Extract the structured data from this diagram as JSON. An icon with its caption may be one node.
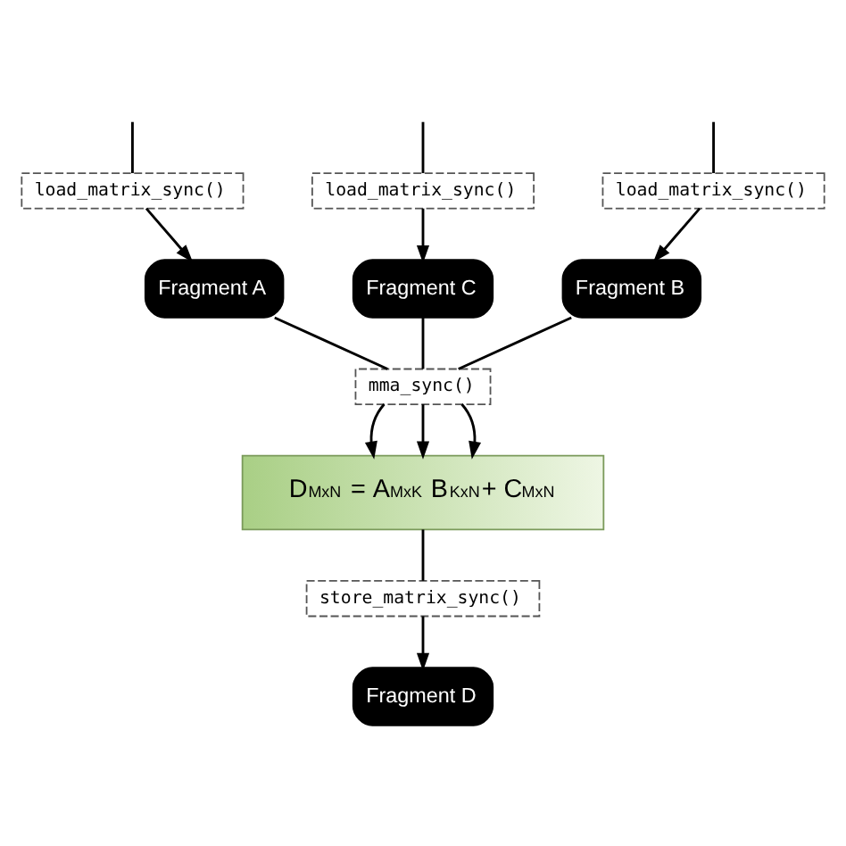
{
  "diagram": {
    "nodes": [
      {
        "text": [
          "load_matrix_sync()"
        ]
      },
      {
        "text": [
          "load_matrix_sync()"
        ]
      },
      {
        "text": [
          "load_matrix_sync()"
        ]
      },
      {
        "text": [
          "Fragment A"
        ]
      },
      {
        "text": [
          "Fragment C"
        ]
      },
      {
        "text": [
          "Fragment B"
        ]
      },
      {
        "text": [
          "mma_sync()"
        ]
      },
      {
        "text": [
          "D$_{MxN}$ = A$_{MxK}$ B$_{KxN}$+ C$_{MxN}$"
        ]
      },
      {
        "text": [
          "store_matrix_sync()"
        ]
      },
      {
        "text": [
          "Fragment D"
        ]
      }
    ],
    "edges": [
      {
        "from": null,
        "to": 0,
        "arrow": "none"
      },
      {
        "from": null,
        "to": 1,
        "arrow": "none"
      },
      {
        "from": null,
        "to": 2,
        "arrow": "none"
      },
      {
        "from": 0,
        "to": 3,
        "arrow": "to"
      },
      {
        "from": 1,
        "to": 4,
        "arrow": "to"
      },
      {
        "from": 2,
        "to": 5,
        "arrow": "to"
      },
      {
        "from": 3,
        "to": 6,
        "arrow": "none"
      },
      {
        "from": 4,
        "to": 6,
        "arrow": "none"
      },
      {
        "from": 5,
        "to": 6,
        "arrow": "none"
      },
      {
        "from": 6,
        "to": 7,
        "arrow": "to"
      },
      {
        "from": 6,
        "to": 7,
        "arrow": "to"
      },
      {
        "from": 6,
        "to": 7,
        "arrow": "to"
      },
      {
        "from": 7,
        "to": 8,
        "arrow": "none"
      },
      {
        "from": 8,
        "to": 9,
        "arrow": "to"
      }
    ]
  }
}
